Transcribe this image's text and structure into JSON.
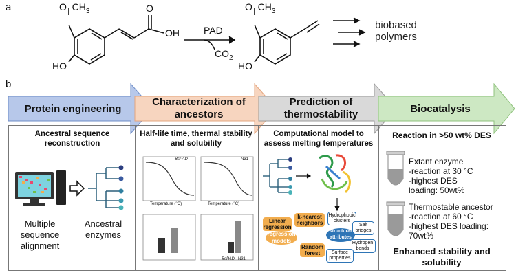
{
  "panel_a": {
    "label": "a",
    "methoxy": "O–CH",
    "methoxy_sub": "3",
    "acid_oh": "OH",
    "carbonyl_o": "O",
    "phenol_oh": "HO",
    "enzyme": "PAD",
    "co2": "CO",
    "co2_sub": "2",
    "product_methoxy": "O–CH",
    "product_methoxy_sub": "3",
    "product_phenol": "HO",
    "result_line1": "biobased",
    "result_line2": "polymers"
  },
  "panel_b": {
    "label": "b",
    "stages": [
      {
        "title": "Protein engineering",
        "subtitle": "Ancestral sequence reconstruction",
        "labels": [
          "Multiple sequence alignment",
          "Ancestral enzymes"
        ],
        "color": "#b7c8ea"
      },
      {
        "title": "Characterization of ancestors",
        "subtitle": "Half-life time, thermal stability and solubility",
        "mini_plots": [
          "BsPAD",
          "N31",
          "BsPAD",
          "N31"
        ],
        "axis_label": "Temperature (°C)",
        "color": "#f7d5bf"
      },
      {
        "title": "Prediction of thermostability",
        "subtitle": "Computational model to assess melting temperatures",
        "ml_models": [
          "Linear regression",
          "k-nearest neighbors",
          "regression models",
          "Random forest"
        ],
        "attributes": [
          "Hydrophobic clusters",
          "Salt bridges",
          "structural attributes",
          "Hydrogen bonds",
          "Surface properties"
        ],
        "color": "#d9d9d9"
      },
      {
        "title": "Biocatalysis",
        "subtitle": "Reaction in >50 wt% DES",
        "extant": [
          "Extant enzyme",
          "-reaction at 30 °C",
          "-highest DES",
          "loading: 50wt%"
        ],
        "ancestor": [
          "Thermostable ancestor",
          "-reaction at 60 °C",
          "-highest DES loading:",
          "70wt%"
        ],
        "footer": "Enhanced stability and solubility",
        "color": "#cde8c3"
      }
    ]
  },
  "colors": {
    "stage1": "#b7c8ea",
    "stage2": "#f7d5bf",
    "stage3": "#d9d9d9",
    "stage4": "#cde8c3",
    "orange_box": "#f2ad4e",
    "blue_ellipse": "#2e75b6"
  }
}
